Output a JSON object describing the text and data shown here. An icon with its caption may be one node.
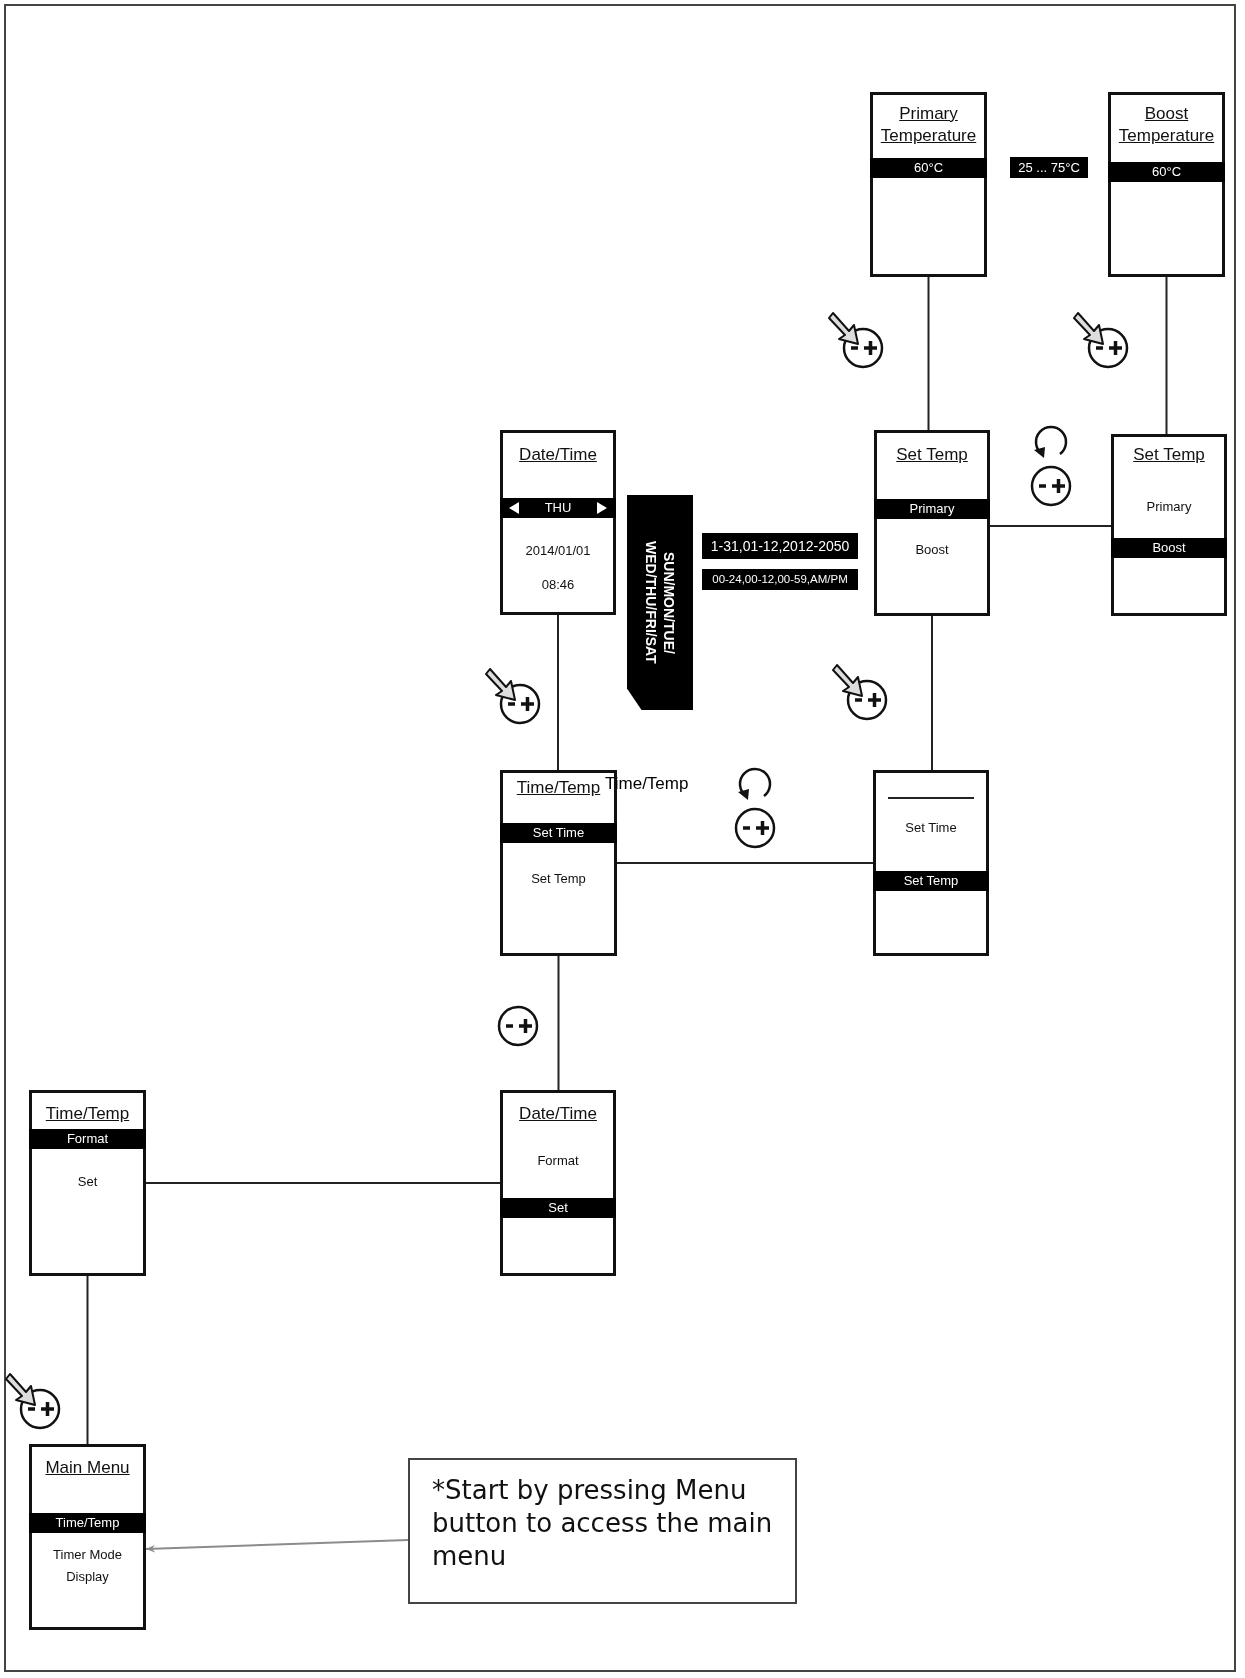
{
  "diagram": {
    "nodes": [
      {
        "text": [
          "Primary Temperature",
          "60°C"
        ]
      },
      {
        "text": [
          "Boost Temperature",
          "60°C"
        ]
      },
      {
        "text": [
          "Date/Time",
          "THU",
          "2014/01/01",
          "08:46"
        ]
      },
      {
        "text": [
          "Set Temp",
          "Primary",
          "Boost"
        ]
      },
      {
        "text": [
          "Set Temp",
          "Primary",
          "Boost"
        ]
      },
      {
        "text": [
          "Time/Temp",
          "Set Time",
          "Set Temp"
        ]
      },
      {
        "text": [
          "Set Time",
          "Set Temp"
        ]
      },
      {
        "text": [
          "Date/Time",
          "Format",
          "Set"
        ]
      },
      {
        "text": [
          "Time/Temp",
          "Format",
          "Set"
        ]
      },
      {
        "text": [
          "Main Menu",
          "Time/Temp",
          "Timer Mode",
          "Display"
        ]
      },
      {
        "text": [
          "*Start by pressing Menu button to access the main menu"
        ]
      }
    ],
    "edges": [
      {
        "from": 0,
        "to": 3,
        "arrow": "none"
      },
      {
        "from": 1,
        "to": 4,
        "arrow": "none"
      },
      {
        "from": 3,
        "to": 4,
        "arrow": "none"
      },
      {
        "from": 2,
        "to": 5,
        "arrow": "none"
      },
      {
        "from": 3,
        "to": 6,
        "arrow": "none"
      },
      {
        "from": 5,
        "to": 6,
        "arrow": "none"
      },
      {
        "from": 5,
        "to": 7,
        "arrow": "none"
      },
      {
        "from": 8,
        "to": 7,
        "arrow": "none"
      },
      {
        "from": 8,
        "to": 9,
        "arrow": "none"
      },
      {
        "from": 10,
        "to": 9,
        "arrow": "to",
        "color": "#8c8c8c"
      }
    ],
    "labels": [
      "25 ... 75°C",
      "SUN/MON/TUE/ WED/THU/FRI/SAT",
      "1-31,01-12,2012-2050",
      "00-24,00-12,00-59,AM/PM",
      "Time/Temp"
    ]
  }
}
